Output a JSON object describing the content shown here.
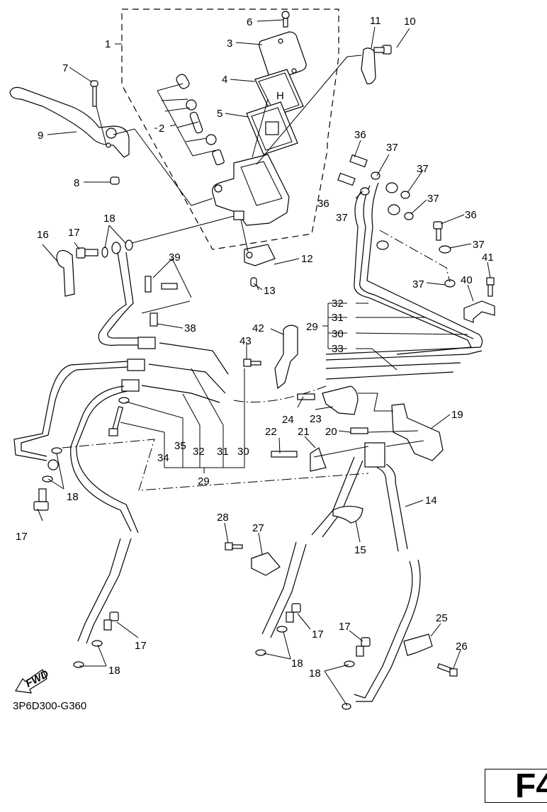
{
  "diagram": {
    "title": "Front master cylinder / brake hoses exploded parts diagram",
    "code": "3P6D300-G360",
    "page_badge": "F4",
    "fwd_label": "FWD",
    "callouts": {
      "c1": "1",
      "c2": "2",
      "c3": "3",
      "c4": "4",
      "c5": "5",
      "c6": "6",
      "c7": "7",
      "c8": "8",
      "c9": "9",
      "c10": "10",
      "c11": "11",
      "c12": "12",
      "c13": "13",
      "c14": "14",
      "c15": "15",
      "c16": "16",
      "c17a": "17",
      "c17b": "17",
      "c17c": "17",
      "c17d": "17",
      "c17e": "17",
      "c18a": "18",
      "c18b": "18",
      "c18c": "18",
      "c18d": "18",
      "c18e": "18",
      "c19": "19",
      "c20": "20",
      "c21": "21",
      "c22": "22",
      "c23": "23",
      "c24": "24",
      "c25": "25",
      "c26": "26",
      "c27": "27",
      "c28": "28",
      "c29a": "29",
      "c29b": "29",
      "c30a": "30",
      "c30b": "30",
      "c31a": "31",
      "c31b": "31",
      "c32a": "32",
      "c32b": "32",
      "c33": "33",
      "c34": "34",
      "c35": "35",
      "c36a": "36",
      "c36b": "36",
      "c36c": "36",
      "c37a": "37",
      "c37b": "37",
      "c37c": "37",
      "c37d": "37",
      "c37e": "37",
      "c37f": "37",
      "c38": "38",
      "c39": "39",
      "c40": "40",
      "c41": "41",
      "c42": "42",
      "c43": "43"
    }
  }
}
